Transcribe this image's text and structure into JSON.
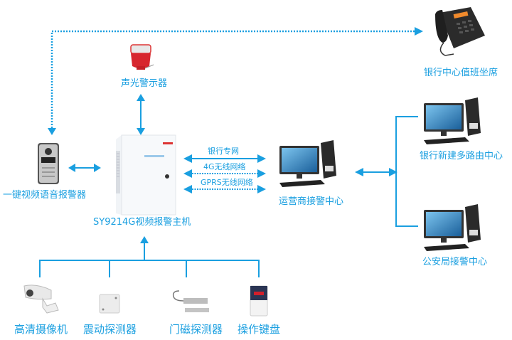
{
  "colors": {
    "accent": "#1a9fe0",
    "line": "#1a9fe0"
  },
  "nodes": {
    "siren": {
      "label": "声光警示器",
      "icon": "siren-icon"
    },
    "phone": {
      "label": "银行中心值班坐席",
      "icon": "desk-phone-icon"
    },
    "video_alarm": {
      "label": "一键视频语音报警器",
      "icon": "video-intercom-icon"
    },
    "host": {
      "label": "SY9214G视频报警主机",
      "icon": "alarm-host-box-icon"
    },
    "operator_center": {
      "label": "运营商接警中心",
      "icon": "computer-icon"
    },
    "bank_routing_center": {
      "label": "银行新建多路由中心",
      "icon": "computer-icon"
    },
    "police_center": {
      "label": "公安局接警中心",
      "icon": "computer-icon"
    },
    "camera": {
      "label": "高清摄像机",
      "icon": "camera-icon"
    },
    "vibration_detector": {
      "label": "震动探测器",
      "icon": "vibration-detector-icon"
    },
    "door_sensor": {
      "label": "门磁探测器",
      "icon": "door-magnet-icon"
    },
    "keypad": {
      "label": "操作键盘",
      "icon": "keypad-icon"
    }
  },
  "links": {
    "bank_private_network": "银行专网",
    "wireless_4g": "4G无线网络",
    "wireless_gprs": "GPRS无线网络"
  }
}
